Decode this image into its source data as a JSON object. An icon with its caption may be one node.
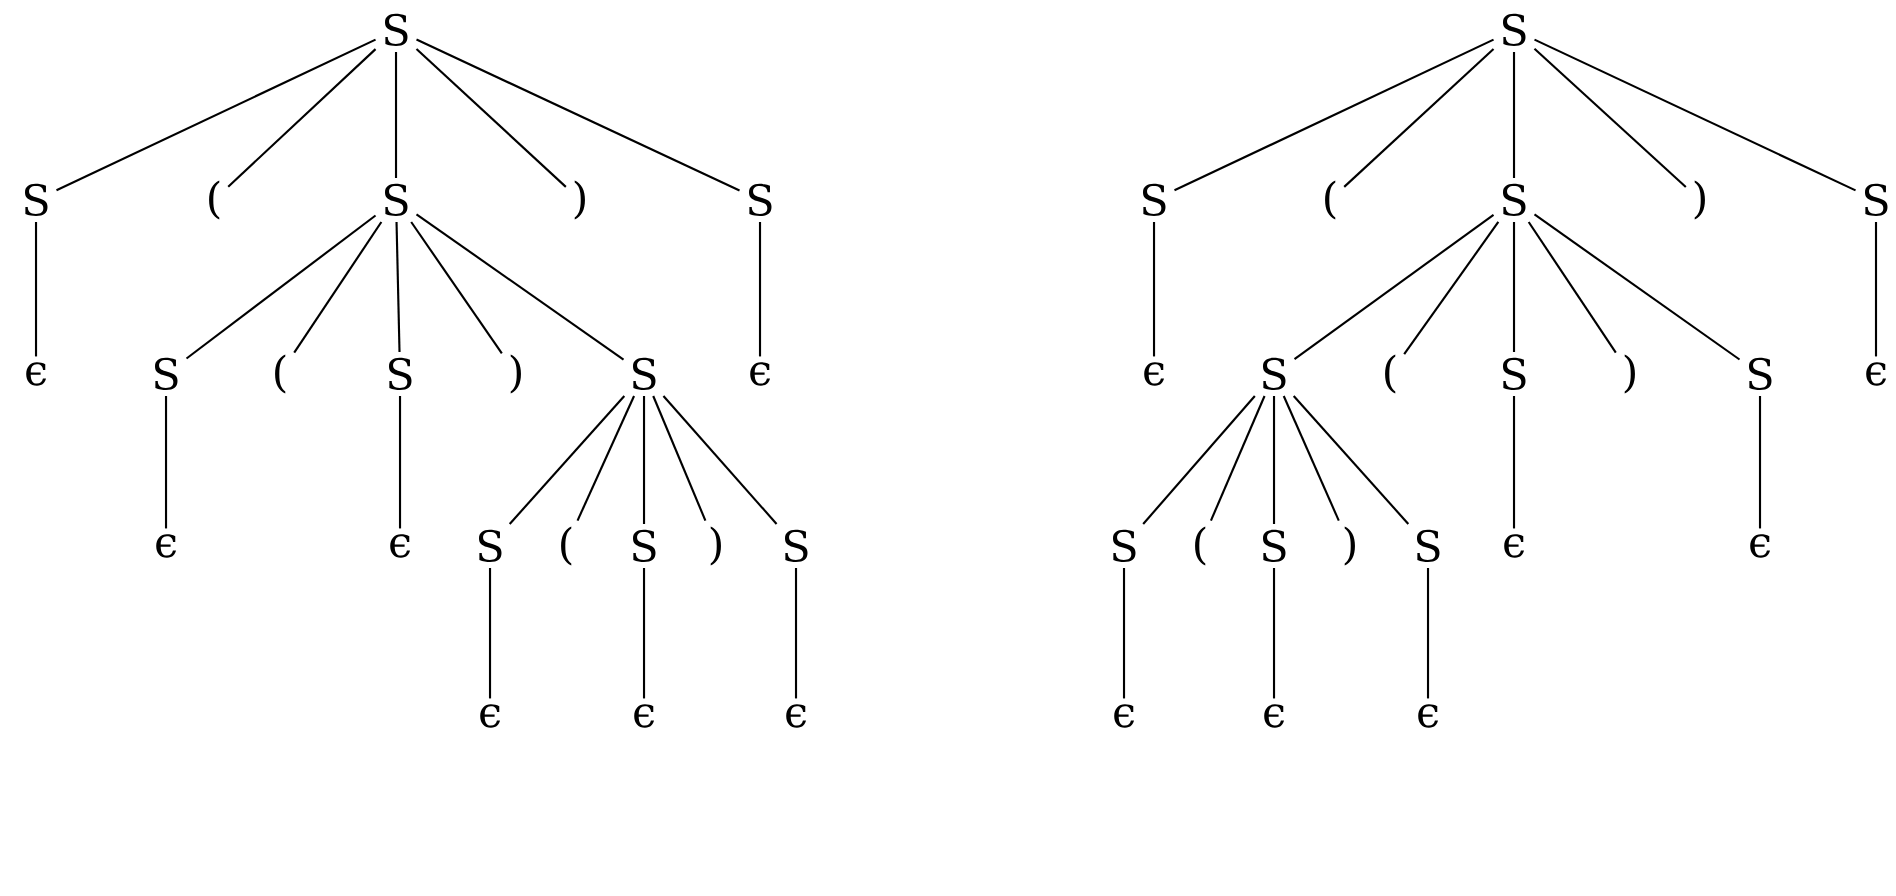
{
  "diagram": {
    "nodes": [
      {
        "text": [
          "S"
        ]
      },
      {
        "text": [
          "S"
        ]
      },
      {
        "text": [
          "("
        ]
      },
      {
        "text": [
          "S"
        ]
      },
      {
        "text": [
          ")"
        ]
      },
      {
        "text": [
          "S"
        ]
      },
      {
        "text": [
          "ϵ"
        ]
      },
      {
        "text": [
          "S"
        ]
      },
      {
        "text": [
          "("
        ]
      },
      {
        "text": [
          "S"
        ]
      },
      {
        "text": [
          ")"
        ]
      },
      {
        "text": [
          "S"
        ]
      },
      {
        "text": [
          "ϵ"
        ]
      },
      {
        "text": [
          "ϵ"
        ]
      },
      {
        "text": [
          "ϵ"
        ]
      },
      {
        "text": [
          "S"
        ]
      },
      {
        "text": [
          "("
        ]
      },
      {
        "text": [
          "S"
        ]
      },
      {
        "text": [
          ")"
        ]
      },
      {
        "text": [
          "S"
        ]
      },
      {
        "text": [
          "ϵ"
        ]
      },
      {
        "text": [
          "ϵ"
        ]
      },
      {
        "text": [
          "ϵ"
        ]
      },
      {
        "text": [
          "S"
        ]
      },
      {
        "text": [
          "S"
        ]
      },
      {
        "text": [
          "("
        ]
      },
      {
        "text": [
          "S"
        ]
      },
      {
        "text": [
          ")"
        ]
      },
      {
        "text": [
          "S"
        ]
      },
      {
        "text": [
          "ϵ"
        ]
      },
      {
        "text": [
          "S"
        ]
      },
      {
        "text": [
          "("
        ]
      },
      {
        "text": [
          "S"
        ]
      },
      {
        "text": [
          ")"
        ]
      },
      {
        "text": [
          "S"
        ]
      },
      {
        "text": [
          "ϵ"
        ]
      },
      {
        "text": [
          "S"
        ]
      },
      {
        "text": [
          "("
        ]
      },
      {
        "text": [
          "S"
        ]
      },
      {
        "text": [
          ")"
        ]
      },
      {
        "text": [
          "S"
        ]
      },
      {
        "text": [
          "ϵ"
        ]
      },
      {
        "text": [
          "ϵ"
        ]
      },
      {
        "text": [
          "ϵ"
        ]
      },
      {
        "text": [
          "ϵ"
        ]
      },
      {
        "text": [
          "ϵ"
        ]
      }
    ],
    "edges": [
      {
        "from": 0,
        "to": 1,
        "arrow": "none"
      },
      {
        "from": 0,
        "to": 2,
        "arrow": "none"
      },
      {
        "from": 0,
        "to": 3,
        "arrow": "none"
      },
      {
        "from": 0,
        "to": 4,
        "arrow": "none"
      },
      {
        "from": 0,
        "to": 5,
        "arrow": "none"
      },
      {
        "from": 1,
        "to": 6,
        "arrow": "none"
      },
      {
        "from": 3,
        "to": 7,
        "arrow": "none"
      },
      {
        "from": 3,
        "to": 8,
        "arrow": "none"
      },
      {
        "from": 3,
        "to": 9,
        "arrow": "none"
      },
      {
        "from": 3,
        "to": 10,
        "arrow": "none"
      },
      {
        "from": 3,
        "to": 11,
        "arrow": "none"
      },
      {
        "from": 5,
        "to": 12,
        "arrow": "none"
      },
      {
        "from": 7,
        "to": 13,
        "arrow": "none"
      },
      {
        "from": 9,
        "to": 14,
        "arrow": "none"
      },
      {
        "from": 11,
        "to": 15,
        "arrow": "none"
      },
      {
        "from": 11,
        "to": 16,
        "arrow": "none"
      },
      {
        "from": 11,
        "to": 17,
        "arrow": "none"
      },
      {
        "from": 11,
        "to": 18,
        "arrow": "none"
      },
      {
        "from": 11,
        "to": 19,
        "arrow": "none"
      },
      {
        "from": 15,
        "to": 20,
        "arrow": "none"
      },
      {
        "from": 17,
        "to": 21,
        "arrow": "none"
      },
      {
        "from": 19,
        "to": 22,
        "arrow": "none"
      },
      {
        "from": 23,
        "to": 24,
        "arrow": "none"
      },
      {
        "from": 23,
        "to": 25,
        "arrow": "none"
      },
      {
        "from": 23,
        "to": 26,
        "arrow": "none"
      },
      {
        "from": 23,
        "to": 27,
        "arrow": "none"
      },
      {
        "from": 23,
        "to": 28,
        "arrow": "none"
      },
      {
        "from": 24,
        "to": 29,
        "arrow": "none"
      },
      {
        "from": 26,
        "to": 30,
        "arrow": "none"
      },
      {
        "from": 26,
        "to": 31,
        "arrow": "none"
      },
      {
        "from": 26,
        "to": 32,
        "arrow": "none"
      },
      {
        "from": 26,
        "to": 33,
        "arrow": "none"
      },
      {
        "from": 26,
        "to": 34,
        "arrow": "none"
      },
      {
        "from": 28,
        "to": 35,
        "arrow": "none"
      },
      {
        "from": 30,
        "to": 36,
        "arrow": "none"
      },
      {
        "from": 30,
        "to": 37,
        "arrow": "none"
      },
      {
        "from": 30,
        "to": 38,
        "arrow": "none"
      },
      {
        "from": 30,
        "to": 39,
        "arrow": "none"
      },
      {
        "from": 30,
        "to": 40,
        "arrow": "none"
      },
      {
        "from": 32,
        "to": 41,
        "arrow": "none"
      },
      {
        "from": 34,
        "to": 42,
        "arrow": "none"
      },
      {
        "from": 36,
        "to": 43,
        "arrow": "none"
      },
      {
        "from": 38,
        "to": 44,
        "arrow": "none"
      },
      {
        "from": 40,
        "to": 45,
        "arrow": "none"
      }
    ]
  }
}
